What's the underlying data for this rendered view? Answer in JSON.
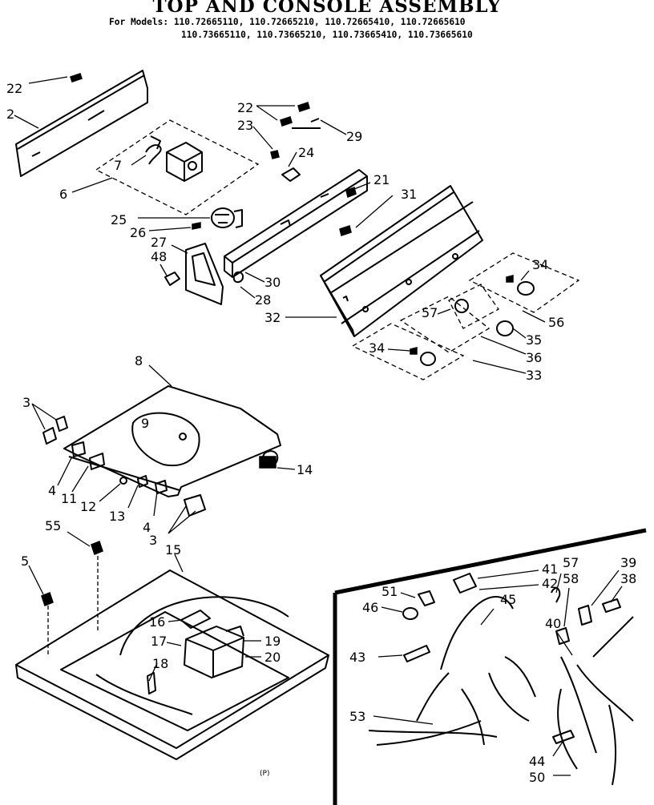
{
  "title": "TOP AND CONSOLE ASSEMBLY",
  "models_line1": "For Models: 110.72665110, 110.72665210, 110.72665410, 110.72665610",
  "models_line2": "110.73665110, 110.73665210, 110.73665410, 110.73665610",
  "footer_mark": "(P)",
  "parts": {
    "p2": "2",
    "p3a": "3",
    "p3b": "3",
    "p4a": "4",
    "p4b": "4",
    "p5": "5",
    "p6": "6",
    "p7": "7",
    "p8": "8",
    "p9": "9",
    "p11": "11",
    "p12": "12",
    "p13": "13",
    "p14": "14",
    "p15": "15",
    "p16": "16",
    "p17": "17",
    "p18": "18",
    "p19": "19",
    "p20": "20",
    "p21": "21",
    "p22a": "22",
    "p22b": "22",
    "p23": "23",
    "p24": "24",
    "p25": "25",
    "p26": "26",
    "p27": "27",
    "p28": "28",
    "p29": "29",
    "p30": "30",
    "p31": "31",
    "p32": "32",
    "p33": "33",
    "p34a": "34",
    "p34b": "34",
    "p35": "35",
    "p36": "36",
    "p38": "38",
    "p39": "39",
    "p40": "40",
    "p41": "41",
    "p42": "42",
    "p43": "43",
    "p44": "44",
    "p45": "45",
    "p46": "46",
    "p48": "48",
    "p50": "50",
    "p51": "51",
    "p53": "53",
    "p55": "55",
    "p56": "56",
    "p57a": "57",
    "p57b": "57",
    "p58": "58"
  }
}
